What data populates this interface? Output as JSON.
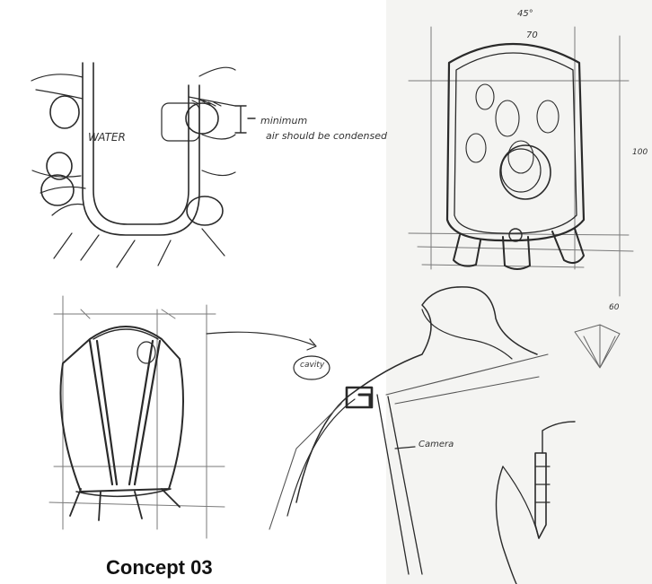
{
  "caption": "Concept 03",
  "annotations": {
    "water": "WATER",
    "minimum_line1": "minimum",
    "minimum_line2": "air should be condensed",
    "dim_top_1": "45°",
    "dim_top_2": "70",
    "dim_side": "100",
    "dim_bottom": "60",
    "cavity": "cavity",
    "camera": "Camera"
  },
  "colors": {
    "pencil": "#2a2a2a",
    "light_pencil": "#7a7a7a",
    "paper": "#ffffff",
    "paper_shadow": "#f1f1ef"
  }
}
